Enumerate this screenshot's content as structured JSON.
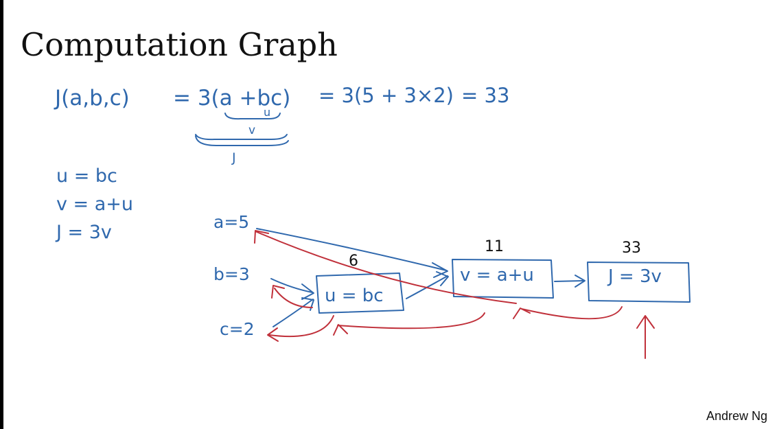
{
  "title": "Computation Graph",
  "equation": {
    "lhs": "J(a,b,c)",
    "rhs1": "= 3(a +bc)",
    "rhs2": "= 3(5 + 3×2)",
    "rhs3": "= 33",
    "brace_u": "u",
    "brace_v": "v",
    "brace_j": "J"
  },
  "definitions": [
    "u = bc",
    "v = a+u",
    "J = 3v"
  ],
  "inputs": {
    "a": "a=5",
    "b": "b=3",
    "c": "c=2"
  },
  "nodes": {
    "u": {
      "label": "u = bc",
      "value": "6"
    },
    "v": {
      "label": "v = a+u",
      "value": "11"
    },
    "j": {
      "label": "J = 3v",
      "value": "33"
    }
  },
  "attribution": "Andrew Ng",
  "colors": {
    "forward": "#2f68ad",
    "backward": "#c0303a",
    "text": "#111111"
  }
}
